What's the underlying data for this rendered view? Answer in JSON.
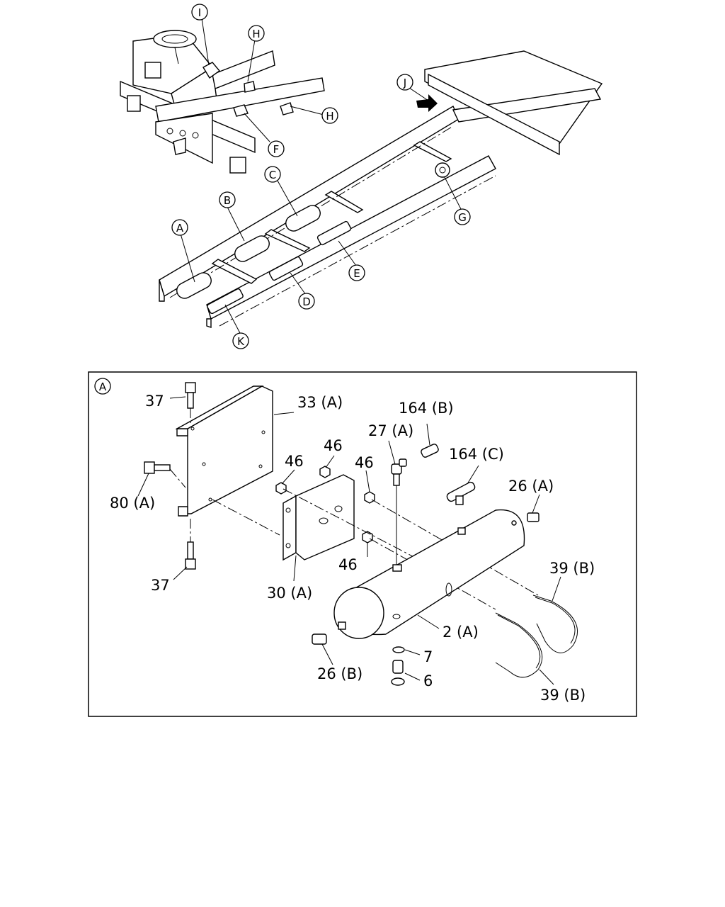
{
  "overview": {
    "callouts": {
      "I": "I",
      "H1": "H",
      "H2": "H",
      "F": "F",
      "J": "J",
      "C": "C",
      "B": "B",
      "G": "G",
      "A": "A",
      "E": "E",
      "D": "D",
      "K": "K"
    }
  },
  "detail": {
    "view_letter": "A",
    "labels": {
      "l37_top": "37",
      "l33A": "33 (A)",
      "l164B": "164 (B)",
      "l27A": "27 (A)",
      "l46_a": "46",
      "l46_b": "46",
      "l46_c": "46",
      "l164C": "164 (C)",
      "l80A": "80 (A)",
      "l26A": "26 (A)",
      "l46_d": "46",
      "l39B_top": "39 (B)",
      "l37_bot": "37",
      "l30A": "30 (A)",
      "l2A": "2 (A)",
      "l7": "7",
      "l26B": "26 (B)",
      "l6": "6",
      "l39B_bot": "39 (B)"
    }
  }
}
